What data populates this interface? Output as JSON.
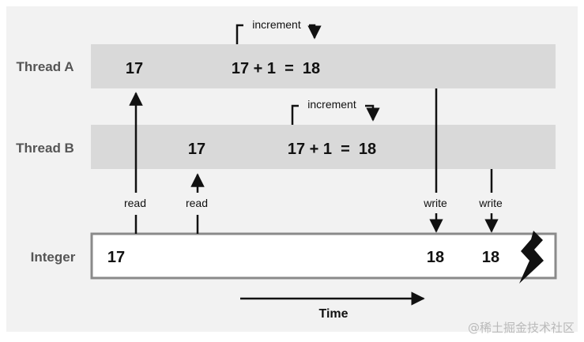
{
  "rows": {
    "thread_a": {
      "label": "Thread A",
      "read_value": "17",
      "expression": "17 + 1  =  18",
      "bracket_label": "increment"
    },
    "thread_b": {
      "label": "Thread B",
      "read_value": "17",
      "expression": "17 + 1  =  18",
      "bracket_label": "increment"
    },
    "integer": {
      "label": "Integer",
      "initial_value": "17",
      "value_after_a_write": "18",
      "value_after_b_write": "18"
    }
  },
  "arrow_labels": {
    "read_a": "read",
    "read_b": "read",
    "write_a": "write",
    "write_b": "write"
  },
  "time_axis": {
    "label": "Time"
  },
  "watermark": "@稀土掘金技术社区",
  "colors": {
    "background": "#f2f2f2",
    "lane": "#d9d9d9",
    "box_border": "#8a8a8a",
    "ink": "#111111",
    "label": "#555555"
  },
  "icons": {
    "conflict": "lightning-bolt-icon"
  }
}
